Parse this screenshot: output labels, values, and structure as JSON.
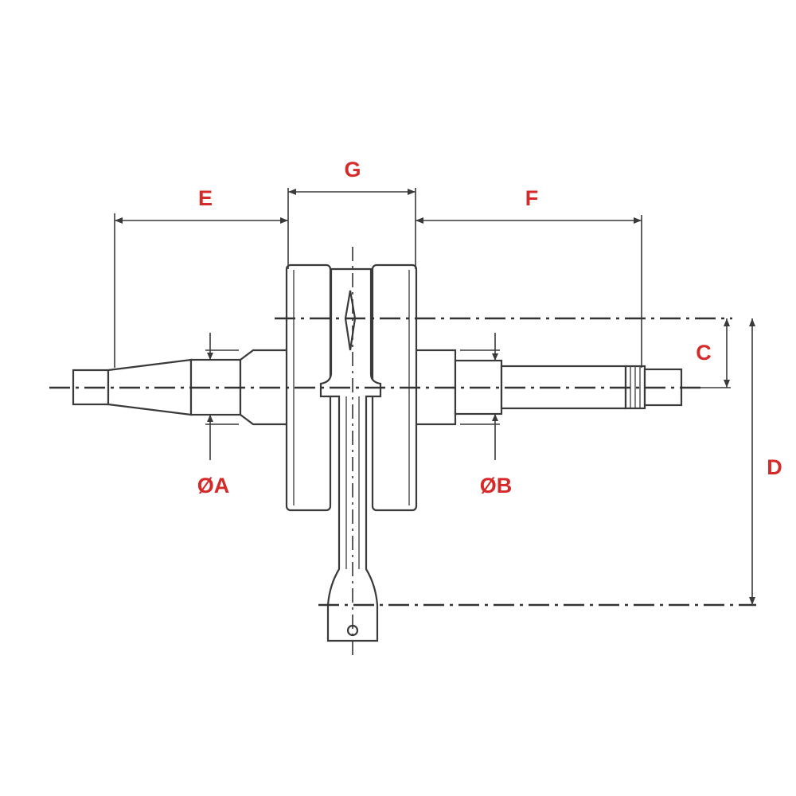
{
  "diagram": {
    "colors": {
      "label": "#d42a2a",
      "line": "#3a3a3a",
      "background": "#ffffff"
    },
    "labels": {
      "e": "E",
      "g": "G",
      "f": "F",
      "c": "C",
      "d": "D",
      "diameter_a": "ØA",
      "diameter_b": "ØB"
    }
  }
}
